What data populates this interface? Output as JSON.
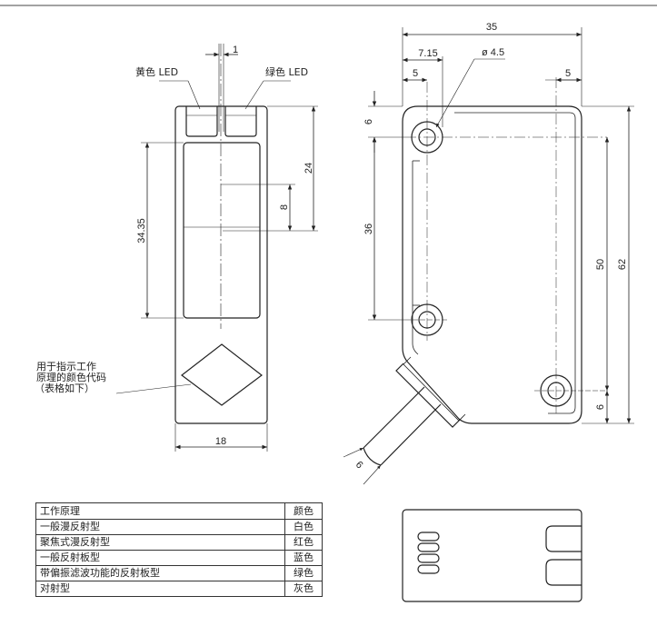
{
  "dims": {
    "gap": "1",
    "d24": "24",
    "d8": "8",
    "d3435": "34.35",
    "d18": "18",
    "d35": "35",
    "d715": "7.15",
    "d5a": "5",
    "dia": "ø 4.5",
    "d5b": "5",
    "d6a": "6",
    "d36": "36",
    "d50": "50",
    "d62": "62",
    "d6b": "6",
    "d6c": "6"
  },
  "labels": {
    "yellow_led": "黄色 LED",
    "green_led": "绿色 LED",
    "color_code_1": "用于指示工作",
    "color_code_2": "原理的颜色代码",
    "color_code_3": "（表格如下）"
  },
  "table": {
    "header": [
      "工作原理",
      "颜色"
    ],
    "rows": [
      [
        "一般漫反射型",
        "白色"
      ],
      [
        "聚焦式漫反射型",
        "红色"
      ],
      [
        "一般反射板型",
        "蓝色"
      ],
      [
        "带偏振滤波功能的反射板型",
        "绿色"
      ],
      [
        "对射型",
        "灰色"
      ]
    ]
  }
}
